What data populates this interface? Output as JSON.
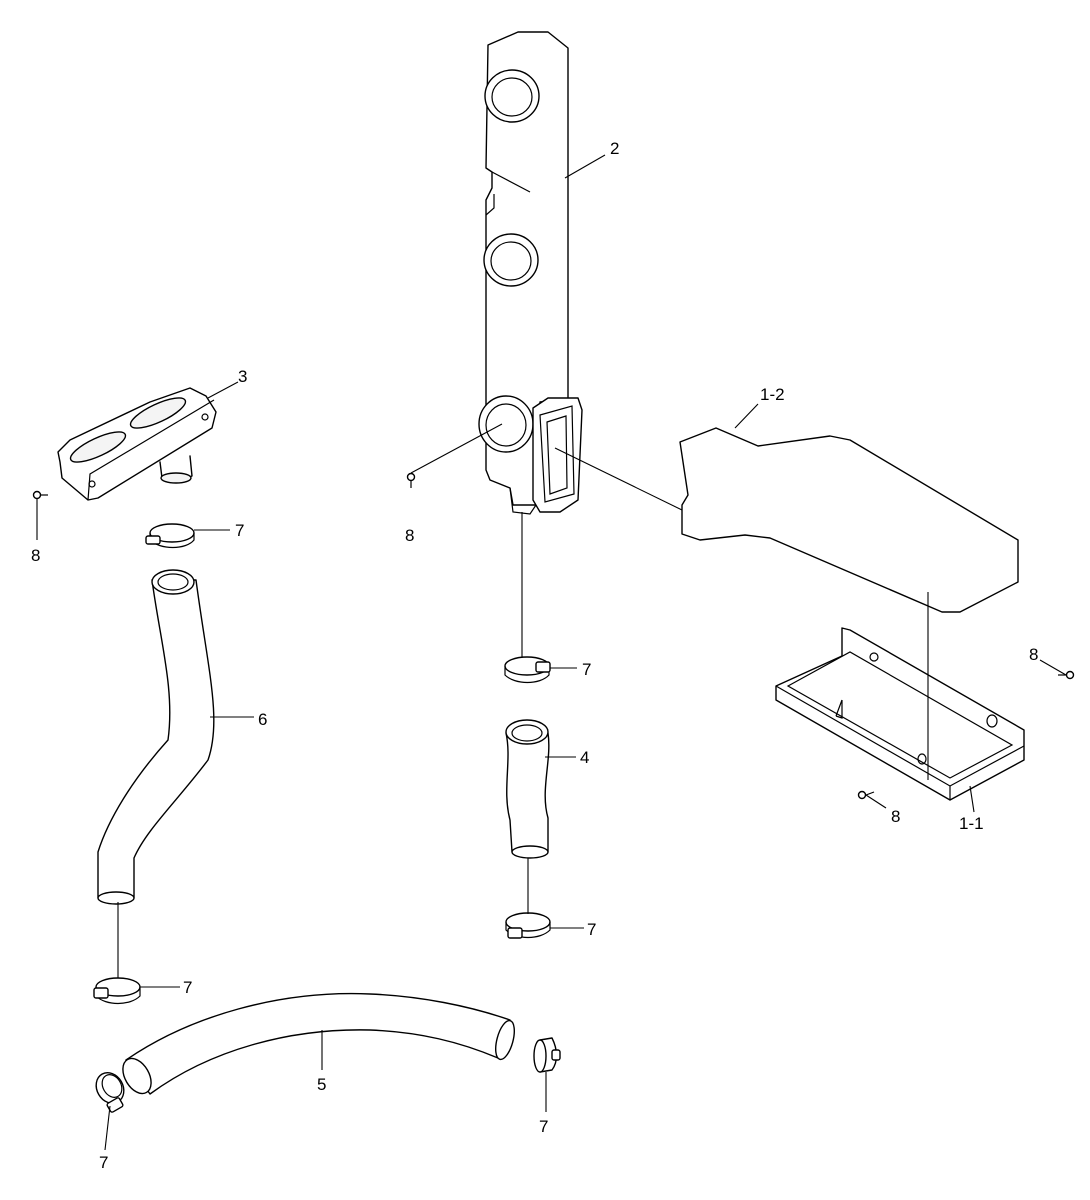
{
  "callouts": {
    "c2": "2",
    "c3": "3",
    "c1_2": "1-2",
    "c8_left": "8",
    "c8_center": "8",
    "c8_right": "8",
    "c8_bottom": "8",
    "c7_under3": "7",
    "c7_center_top": "7",
    "c6": "6",
    "c4": "4",
    "c1_1": "1-1",
    "c7_center_bottom": "7",
    "c7_left": "7",
    "c5": "5",
    "c7_bottom_right": "7",
    "c7_bottom_left": "7"
  }
}
